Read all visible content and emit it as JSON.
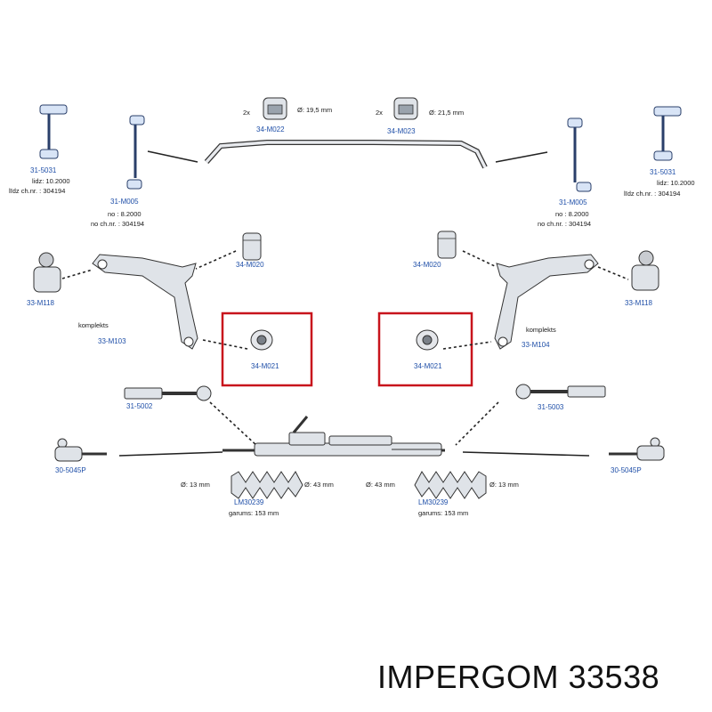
{
  "parts": {
    "bushing_m022": {
      "qty": "2x",
      "dia": "Ø: 19,5 mm",
      "code": "34-M022"
    },
    "bushing_m023": {
      "qty": "2x",
      "dia": "Ø: 21,5 mm",
      "code": "34-M023"
    },
    "link_5031_left": {
      "code": "31-5031",
      "l1": "lidz: 10.2000",
      "l2": "līdz ch.nr.  : 304194"
    },
    "link_5031_right": {
      "code": "31-5031",
      "l1": "lidz: 10.2000",
      "l2": "līdz ch.nr.  : 304194"
    },
    "link_m005_left": {
      "code": "31-M005",
      "l1": "no : 8.2000",
      "l2": "no ch.nr.  : 304194"
    },
    "link_m005_right": {
      "code": "31-M005",
      "l1": "no : 8.2000",
      "l2": "no ch.nr.  : 304194"
    },
    "bushing_m020_left": {
      "code": "34-M020"
    },
    "bushing_m020_right": {
      "code": "34-M020"
    },
    "balljoint_left": {
      "code": "33-M118"
    },
    "balljoint_right": {
      "code": "33-M118"
    },
    "arm_left": {
      "kit": "komplekts",
      "code": "33-M103"
    },
    "arm_right": {
      "kit": "komplekts",
      "code": "33-M104"
    },
    "bushing_m021_left": {
      "code": "34-M021"
    },
    "bushing_m021_right": {
      "code": "34-M021"
    },
    "tierod_left": {
      "code": "31-5002"
    },
    "tierod_right": {
      "code": "31-5003"
    },
    "tierodend_left": {
      "code": "30-5045P"
    },
    "tierodend_right": {
      "code": "30-5045P"
    },
    "boot_left": {
      "d1": "Ø: 13 mm",
      "d2": "Ø: 43 mm",
      "code": "LM30239",
      "len": "garums: 153 mm"
    },
    "boot_right": {
      "d1": "Ø: 43 mm",
      "d2": "Ø: 13 mm",
      "code": "LM30239",
      "len": "garums: 153 mm"
    }
  },
  "brand": "IMPERGOM 33538",
  "colors": {
    "label_blue": "#1f4fa8",
    "highlight_red": "#c8141c"
  }
}
